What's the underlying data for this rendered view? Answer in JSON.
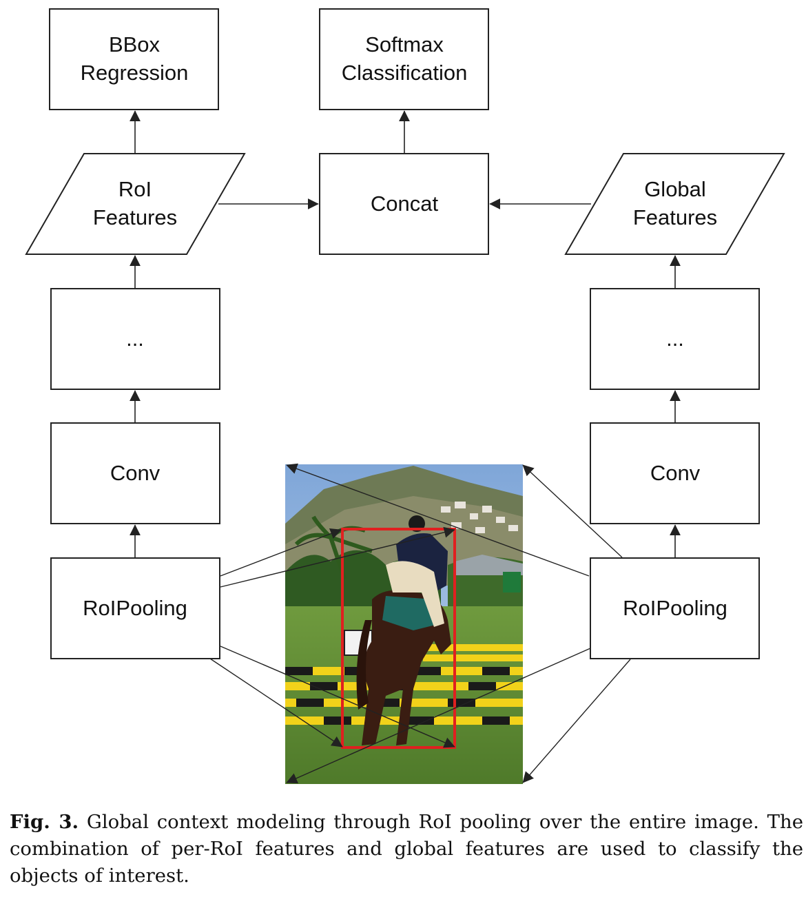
{
  "diagram": {
    "left_branch": {
      "bbox_regression": [
        "BBox",
        "Regression"
      ],
      "roi_features": [
        "RoI",
        "Features"
      ],
      "ellipsis": "...",
      "conv": "Conv",
      "roi_pooling": "RoIPooling"
    },
    "center": {
      "softmax_classification": [
        "Softmax",
        "Classification"
      ],
      "concat": "Concat"
    },
    "right_branch": {
      "global_features": [
        "Global",
        "Features"
      ],
      "ellipsis": "...",
      "conv": "Conv",
      "roi_pooling": "RoIPooling"
    },
    "photo": {
      "subject": "horse and rider jumping over yellow and black show-jumping poles, hillside with houses in background",
      "roi_box_color": "#e02020"
    },
    "colors": {
      "line": "#222222",
      "box_border": "#222222"
    }
  },
  "caption": {
    "label": "Fig. 3.",
    "text": "Global context modeling through RoI pooling over the entire image. The combination of per-RoI features and global features are used to classify the objects of interest."
  }
}
